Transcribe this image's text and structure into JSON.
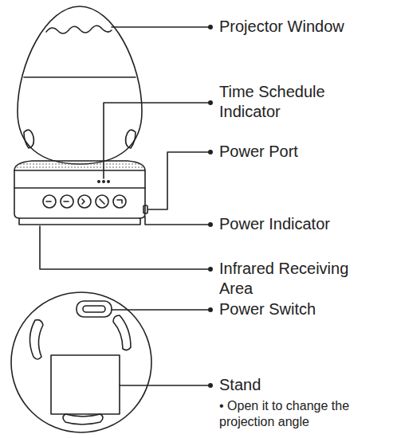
{
  "diagram": {
    "labels": [
      "Projector Window",
      "Time Schedule Indicator",
      "Power Port",
      "Power Indicator",
      "Infrared Receiving Area",
      "Power Switch",
      "Stand",
      "• Open it to change the projection angle"
    ]
  }
}
